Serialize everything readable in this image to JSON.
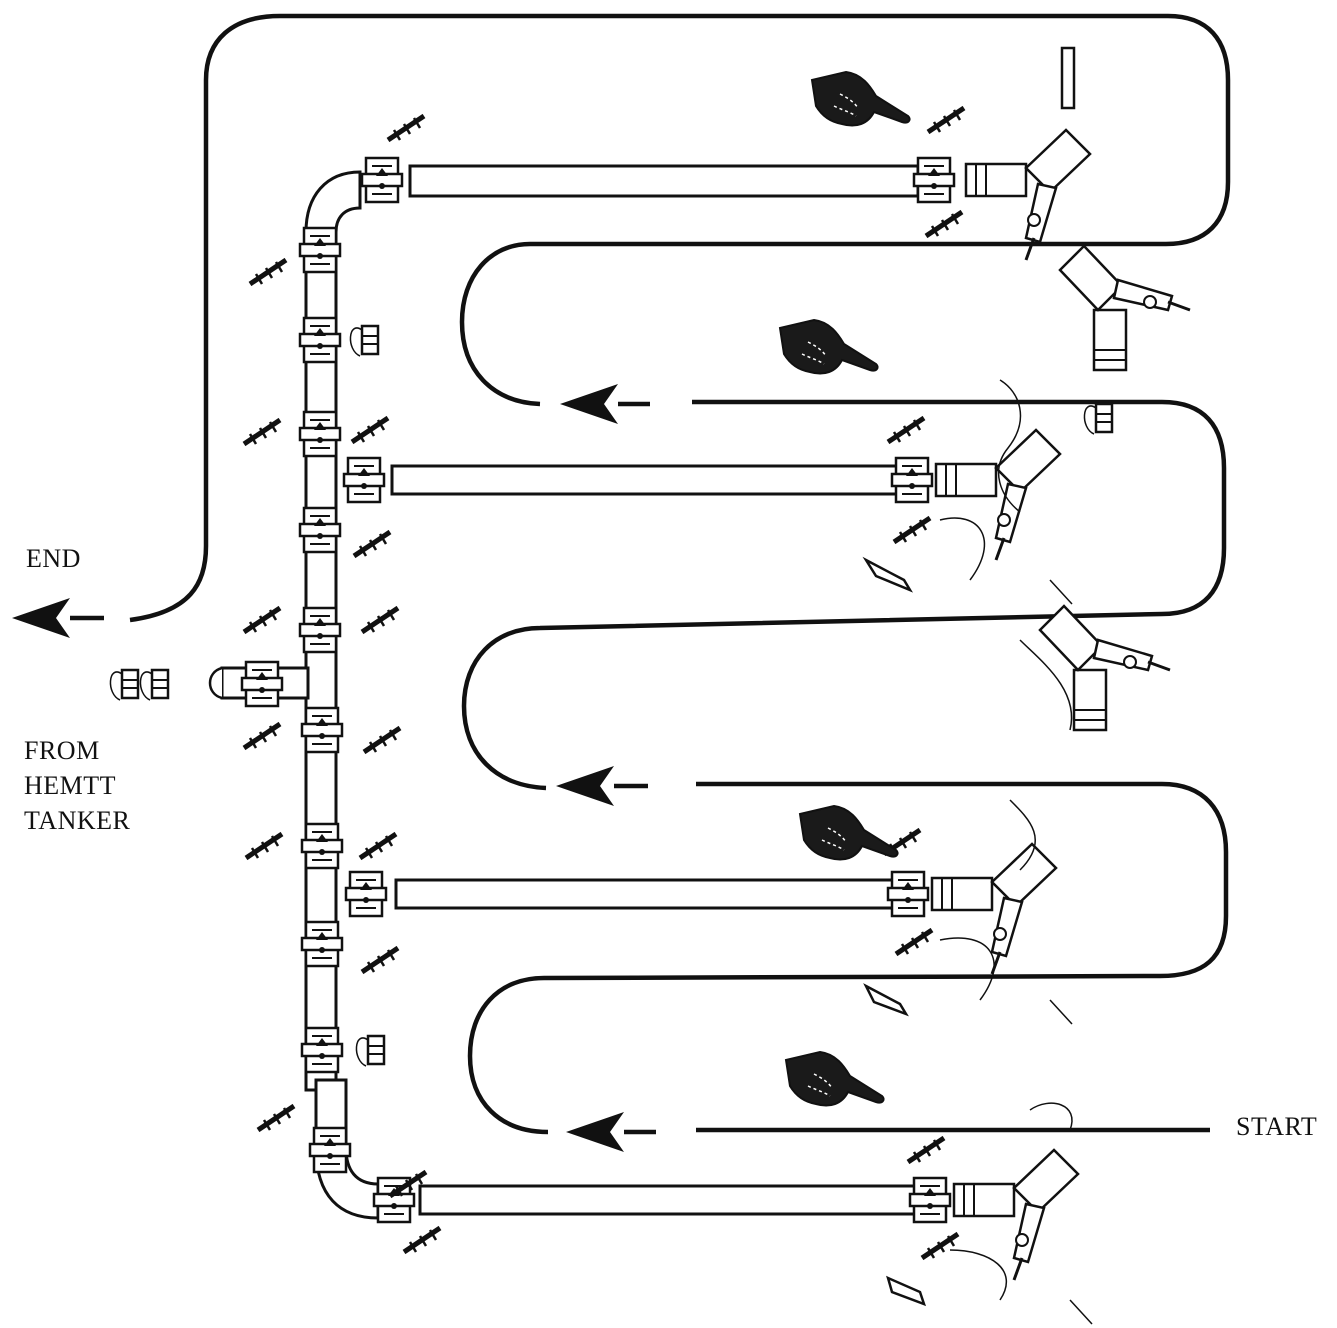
{
  "labels": {
    "end": "END",
    "start": "START",
    "from_lines": [
      "FROM",
      "HEMTT",
      "TANKER"
    ]
  },
  "colors": {
    "ink": "#111111",
    "pipe_fill": "#ffffff",
    "hand": "#1a1a1a"
  },
  "icons": [
    "pointing-hand-icon",
    "nozzle-icon",
    "valve-icon",
    "grounding-clamp-icon",
    "dust-cap-icon",
    "direction-arrow-icon"
  ]
}
